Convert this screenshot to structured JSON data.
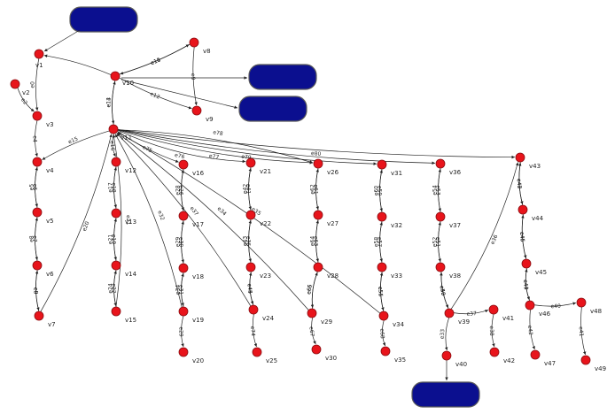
{
  "graph": {
    "nodes": [
      {
        "id": "v1",
        "label": "v1"
      },
      {
        "id": "v2",
        "label": "v2"
      },
      {
        "id": "v3",
        "label": "v3"
      },
      {
        "id": "v4",
        "label": "v4"
      },
      {
        "id": "v5",
        "label": "v5"
      },
      {
        "id": "v6",
        "label": "v6"
      },
      {
        "id": "v7",
        "label": "v7"
      },
      {
        "id": "v8",
        "label": "v8"
      },
      {
        "id": "v9",
        "label": "v9"
      },
      {
        "id": "v10",
        "label": "v10"
      },
      {
        "id": "v11",
        "label": "v11"
      },
      {
        "id": "v12",
        "label": "v12"
      },
      {
        "id": "v13",
        "label": "v13"
      },
      {
        "id": "v14",
        "label": "v14"
      },
      {
        "id": "v15",
        "label": "v15"
      },
      {
        "id": "v16",
        "label": "v16"
      },
      {
        "id": "v17",
        "label": "v17"
      },
      {
        "id": "v18",
        "label": "v18"
      },
      {
        "id": "v19",
        "label": "v19"
      },
      {
        "id": "v20",
        "label": "v20"
      },
      {
        "id": "v21",
        "label": "v21"
      },
      {
        "id": "v22",
        "label": "v22"
      },
      {
        "id": "v23",
        "label": "v23"
      },
      {
        "id": "v24",
        "label": "v24"
      },
      {
        "id": "v25",
        "label": "v25"
      },
      {
        "id": "v26",
        "label": "v26"
      },
      {
        "id": "v27",
        "label": "v27"
      },
      {
        "id": "v28",
        "label": "v28"
      },
      {
        "id": "v29",
        "label": "v29"
      },
      {
        "id": "v30",
        "label": "v30"
      },
      {
        "id": "v31",
        "label": "v31"
      },
      {
        "id": "v32",
        "label": "v32"
      },
      {
        "id": "v33",
        "label": "v33"
      },
      {
        "id": "v34",
        "label": "v34"
      },
      {
        "id": "v35",
        "label": "v35"
      },
      {
        "id": "v36",
        "label": "v36"
      },
      {
        "id": "v37",
        "label": "v37"
      },
      {
        "id": "v38",
        "label": "v38"
      },
      {
        "id": "v39",
        "label": "v39"
      },
      {
        "id": "v40",
        "label": "v40"
      },
      {
        "id": "v41",
        "label": "v41"
      },
      {
        "id": "v42",
        "label": "v42"
      },
      {
        "id": "v43",
        "label": "v43"
      },
      {
        "id": "v44",
        "label": "v44"
      },
      {
        "id": "v45",
        "label": "v45"
      },
      {
        "id": "v46",
        "label": "v46"
      },
      {
        "id": "v47",
        "label": "v47"
      },
      {
        "id": "v48",
        "label": "v48"
      },
      {
        "id": "v49",
        "label": "v49"
      }
    ],
    "edges": [
      {
        "from": "v2",
        "to": "v3",
        "label": "e2"
      },
      {
        "from": "v1",
        "to": "v3",
        "label": "e0"
      },
      {
        "from": "v3",
        "to": "v4",
        "label": "e4"
      },
      {
        "from": "v4",
        "to": "v5",
        "label": "e6"
      },
      {
        "from": "v5",
        "to": "v4",
        "label": "e5"
      },
      {
        "from": "v5",
        "to": "v6",
        "label": "e7"
      },
      {
        "from": "v6",
        "to": "v5",
        "label": "e8"
      },
      {
        "from": "v6",
        "to": "v7",
        "label": "e9"
      },
      {
        "from": "v7",
        "to": "v6",
        "label": "e8"
      },
      {
        "from": "v10",
        "to": "v1",
        "label": ""
      },
      {
        "from": "v10",
        "to": "v8",
        "label": "e10"
      },
      {
        "from": "v8",
        "to": "v10",
        "label": "e11"
      },
      {
        "from": "v8",
        "to": "v9",
        "label": "e9"
      },
      {
        "from": "v10",
        "to": "v9",
        "label": "e12"
      },
      {
        "from": "v10",
        "to": "v11",
        "label": "e14"
      },
      {
        "from": "v11",
        "to": "v10",
        "label": "e13"
      },
      {
        "from": "v11",
        "to": "v4",
        "label": "e15"
      },
      {
        "from": "v7",
        "to": "v11",
        "label": "e20"
      },
      {
        "from": "v11",
        "to": "v12",
        "label": "e16"
      },
      {
        "from": "v12",
        "to": "v13",
        "label": "e18"
      },
      {
        "from": "v13",
        "to": "v12",
        "label": "e17"
      },
      {
        "from": "v13",
        "to": "v14",
        "label": "e19"
      },
      {
        "from": "v14",
        "to": "v13",
        "label": "e21"
      },
      {
        "from": "v14",
        "to": "v15",
        "label": "e22"
      },
      {
        "from": "v15",
        "to": "v14",
        "label": "e24"
      },
      {
        "from": "v15",
        "to": "v11",
        "label": "e21"
      },
      {
        "from": "v11",
        "to": "v16",
        "label": "e75"
      },
      {
        "from": "v16",
        "to": "v17",
        "label": "e26"
      },
      {
        "from": "v17",
        "to": "v16",
        "label": "e28"
      },
      {
        "from": "v17",
        "to": "v18",
        "label": "e30"
      },
      {
        "from": "v18",
        "to": "v17",
        "label": "e29"
      },
      {
        "from": "v18",
        "to": "v19",
        "label": "e31"
      },
      {
        "from": "v19",
        "to": "v18",
        "label": "e34"
      },
      {
        "from": "v19",
        "to": "v20",
        "label": "e29"
      },
      {
        "from": "v19",
        "to": "v11",
        "label": "e32"
      },
      {
        "from": "v11",
        "to": "v21",
        "label": "e76"
      },
      {
        "from": "v21",
        "to": "v22",
        "label": "e41"
      },
      {
        "from": "v22",
        "to": "v21",
        "label": "e42"
      },
      {
        "from": "v22",
        "to": "v23",
        "label": "e36"
      },
      {
        "from": "v23",
        "to": "v22",
        "label": "e43"
      },
      {
        "from": "v23",
        "to": "v24",
        "label": "e44"
      },
      {
        "from": "v24",
        "to": "v23",
        "label": "e45"
      },
      {
        "from": "v24",
        "to": "v25",
        "label": "e74"
      },
      {
        "from": "v24",
        "to": "v11",
        "label": "e37"
      },
      {
        "from": "v11",
        "to": "v26",
        "label": "e77"
      },
      {
        "from": "v26",
        "to": "v27",
        "label": "e61"
      },
      {
        "from": "v27",
        "to": "v26",
        "label": "e62"
      },
      {
        "from": "v27",
        "to": "v28",
        "label": "e63"
      },
      {
        "from": "v28",
        "to": "v27",
        "label": "e64"
      },
      {
        "from": "v28",
        "to": "v29",
        "label": "e65"
      },
      {
        "from": "v29",
        "to": "v28",
        "label": "e66"
      },
      {
        "from": "v29",
        "to": "v30",
        "label": "e67"
      },
      {
        "from": "v29",
        "to": "v11",
        "label": "e34"
      },
      {
        "from": "v11",
        "to": "v26",
        "label": "e78"
      },
      {
        "from": "v11",
        "to": "v31",
        "label": "e79"
      },
      {
        "from": "v31",
        "to": "v32",
        "label": "e59"
      },
      {
        "from": "v32",
        "to": "v31",
        "label": "e60"
      },
      {
        "from": "v32",
        "to": "v33",
        "label": "e57"
      },
      {
        "from": "v33",
        "to": "v32",
        "label": "e58"
      },
      {
        "from": "v33",
        "to": "v34",
        "label": "e55"
      },
      {
        "from": "v34",
        "to": "v33",
        "label": "e56"
      },
      {
        "from": "v34",
        "to": "v35",
        "label": "e68"
      },
      {
        "from": "v34",
        "to": "v11",
        "label": "e35"
      },
      {
        "from": "v11",
        "to": "v36",
        "label": ""
      },
      {
        "from": "v36",
        "to": "v37",
        "label": "e53"
      },
      {
        "from": "v37",
        "to": "v36",
        "label": "e54"
      },
      {
        "from": "v37",
        "to": "v38",
        "label": "e51"
      },
      {
        "from": "v38",
        "to": "v37",
        "label": "e52"
      },
      {
        "from": "v38",
        "to": "v39",
        "label": "e49"
      },
      {
        "from": "v39",
        "to": "v38",
        "label": "e50"
      },
      {
        "from": "v39",
        "to": "v40",
        "label": "e33"
      },
      {
        "from": "v39",
        "to": "v41",
        "label": "e37"
      },
      {
        "from": "v41",
        "to": "v42",
        "label": "e38"
      },
      {
        "from": "v39",
        "to": "v43",
        "label": "e36"
      },
      {
        "from": "v11",
        "to": "v43",
        "label": "e80"
      },
      {
        "from": "v43",
        "to": "v44",
        "label": "e47"
      },
      {
        "from": "v44",
        "to": "v43",
        "label": "e48"
      },
      {
        "from": "v44",
        "to": "v45",
        "label": "e45"
      },
      {
        "from": "v45",
        "to": "v44",
        "label": "e46"
      },
      {
        "from": "v45",
        "to": "v46",
        "label": "e43"
      },
      {
        "from": "v46",
        "to": "v45",
        "label": "e44"
      },
      {
        "from": "v46",
        "to": "v47",
        "label": "e42"
      },
      {
        "from": "v46",
        "to": "v48",
        "label": "e40"
      },
      {
        "from": "v48",
        "to": "v49",
        "label": "e41"
      }
    ],
    "boxes": [
      {
        "id": "box-top-left"
      },
      {
        "id": "box-right-upper"
      },
      {
        "id": "box-right-lower"
      },
      {
        "id": "box-bottom"
      }
    ],
    "colors": {
      "node": "#e8141b",
      "box": "#0b0f8f"
    }
  }
}
